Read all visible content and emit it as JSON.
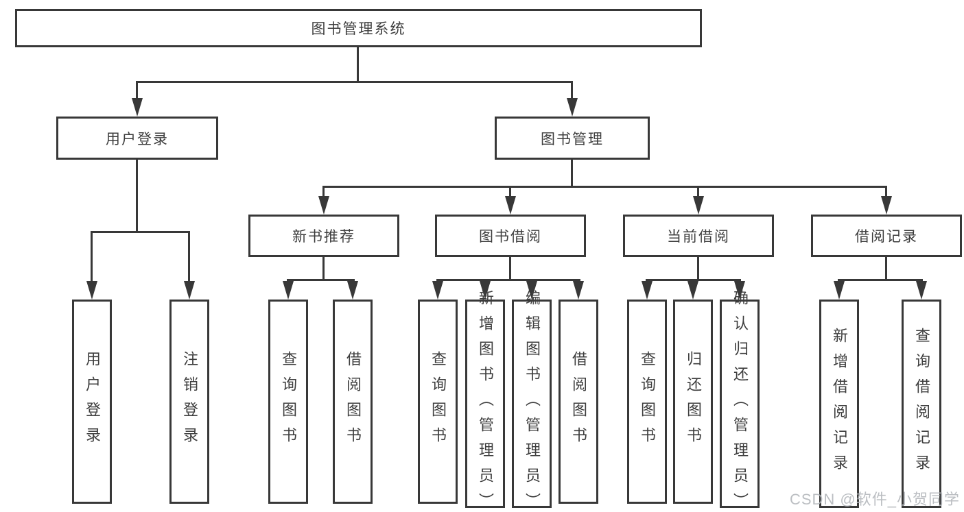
{
  "diagram": {
    "root": {
      "label": "图书管理系统"
    },
    "level2": [
      {
        "label": "用户登录",
        "leaves": [
          "用户登录",
          "注销登录"
        ]
      },
      {
        "label": "图书管理",
        "children": [
          {
            "label": "新书推荐",
            "leaves": [
              "查询图书",
              "借阅图书"
            ]
          },
          {
            "label": "图书借阅",
            "leaves": [
              "查询图书",
              "新增图书（管理员）",
              "编辑图书（管理员）",
              "借阅图书"
            ]
          },
          {
            "label": "当前借阅",
            "leaves": [
              "查询图书",
              "归还图书",
              "确认归还（管理员）"
            ]
          },
          {
            "label": "借阅记录",
            "leaves": [
              "新增借阅记录",
              "查询借阅记录"
            ]
          }
        ]
      }
    ]
  },
  "watermark": {
    "text": "CSDN @软件_小贺同学"
  },
  "colors": {
    "line": "#383838",
    "text": "#3d3d3d",
    "watermark": "#b4b8bc"
  }
}
